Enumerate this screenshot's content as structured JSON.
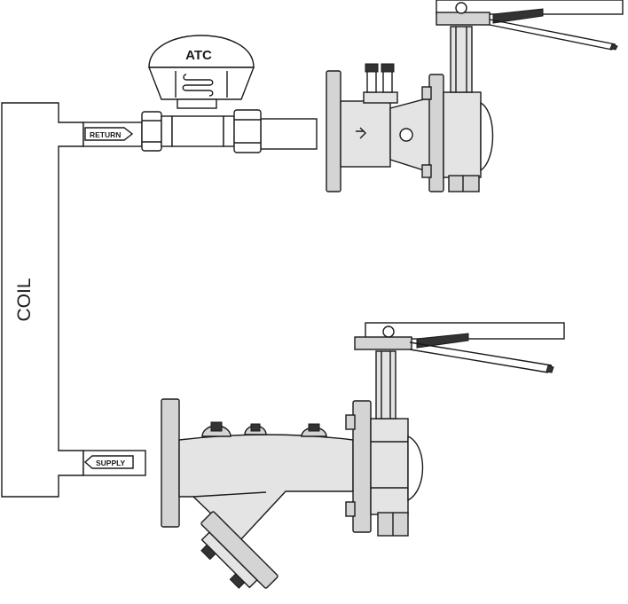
{
  "diagram": {
    "coil_label": "COIL",
    "atc_label": "ATC",
    "return_label": "RETURN",
    "supply_label": "SUPPLY"
  }
}
